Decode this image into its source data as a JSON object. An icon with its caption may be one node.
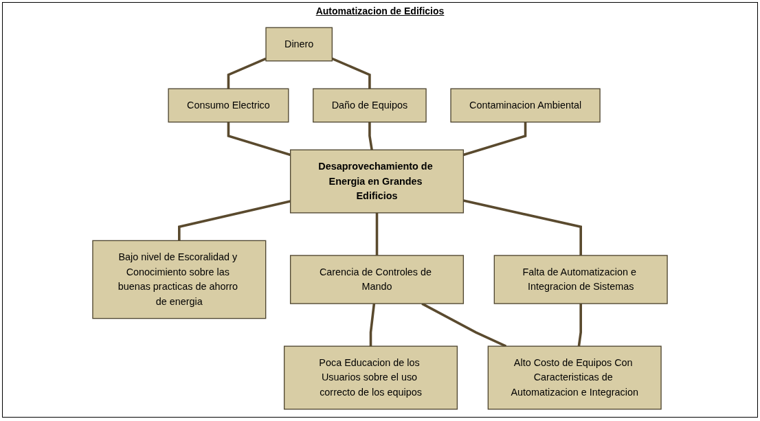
{
  "diagram": {
    "title": "Automatizacion de Edificios",
    "nodes": [
      {
        "text": [
          "Dinero"
        ]
      },
      {
        "text": [
          "Consumo Electrico"
        ]
      },
      {
        "text": [
          "Daño de Equipos"
        ]
      },
      {
        "text": [
          "Contaminacion Ambiental"
        ]
      },
      {
        "text": [
          "Desaprovechamiento de Energia en Grandes Edificios"
        ]
      },
      {
        "text": [
          "Bajo nivel de Escoralidad y Conocimiento sobre las buenas practicas de ahorro de energia"
        ]
      },
      {
        "text": [
          "Carencia de Controles de Mando"
        ]
      },
      {
        "text": [
          "Falta de Automatizacion e Integracion de Sistemas"
        ]
      },
      {
        "text": [
          "Poca Educacion de los Usuarios sobre el uso correcto de los equipos"
        ]
      },
      {
        "text": [
          "Alto Costo de Equipos Con Caracteristicas de Automatizacion e Integracion"
        ]
      }
    ],
    "edges": [
      {
        "from": 0,
        "to": 1,
        "arrow": "none"
      },
      {
        "from": 0,
        "to": 2,
        "arrow": "none"
      },
      {
        "from": 1,
        "to": 4,
        "arrow": "none"
      },
      {
        "from": 2,
        "to": 4,
        "arrow": "none"
      },
      {
        "from": 3,
        "to": 4,
        "arrow": "none"
      },
      {
        "from": 4,
        "to": 5,
        "arrow": "none"
      },
      {
        "from": 4,
        "to": 6,
        "arrow": "none"
      },
      {
        "from": 4,
        "to": 7,
        "arrow": "none"
      },
      {
        "from": 6,
        "to": 8,
        "arrow": "none"
      },
      {
        "from": 6,
        "to": 9,
        "arrow": "none"
      },
      {
        "from": 7,
        "to": 9,
        "arrow": "none"
      }
    ]
  }
}
